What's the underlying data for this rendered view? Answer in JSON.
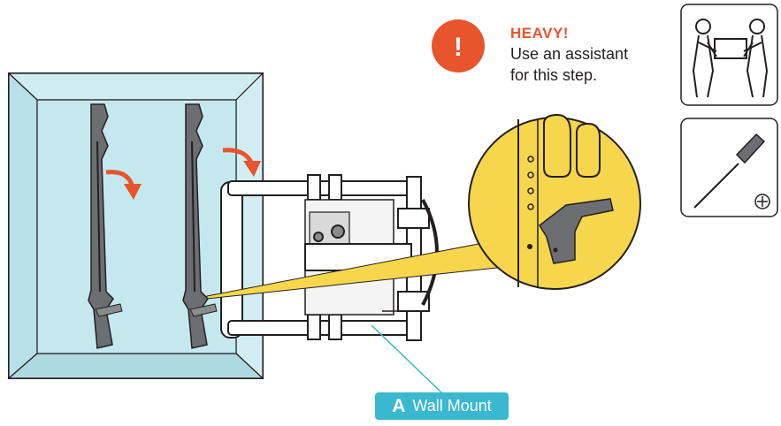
{
  "warning": {
    "icon": "exclamation-icon",
    "icon_text": "!",
    "title": "HEAVY!",
    "lines": [
      "Use an assistant",
      "for this step."
    ],
    "accent_color": "#e8542c"
  },
  "tools": [
    {
      "name": "two-person-lift-icon"
    },
    {
      "name": "phillips-screwdriver-icon",
      "symbol": "⊕"
    }
  ],
  "callout": {
    "letter": "A",
    "label": "Wall Mount",
    "color": "#3ab8cf"
  },
  "colors": {
    "wall": "#c5e8ef",
    "zoom": "#f6d64c",
    "bracket": "#6d6e71"
  }
}
